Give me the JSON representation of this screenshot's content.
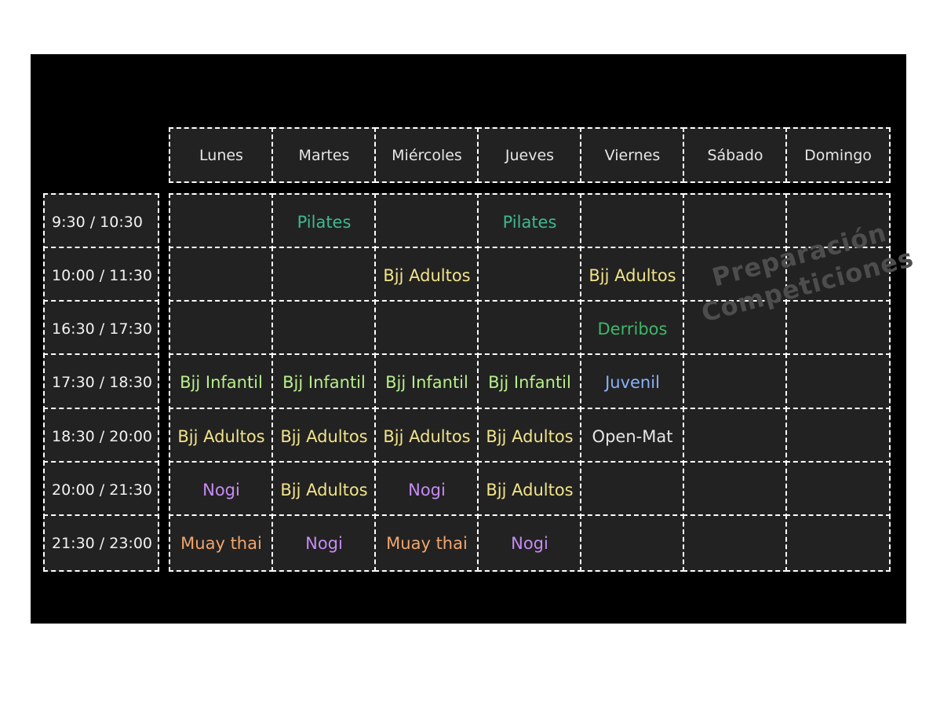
{
  "schedule": {
    "days": [
      "Lunes",
      "Martes",
      "Miércoles",
      "Jueves",
      "Viernes",
      "Sábado",
      "Domingo"
    ],
    "times": [
      "9:30 / 10:30",
      "10:00 / 11:30",
      "16:30 / 17:30",
      "17:30 / 18:30",
      "18:30 / 20:00",
      "20:00 / 21:30",
      "21:30 / 23:00"
    ],
    "rows": [
      [
        "",
        "Pilates",
        "",
        "Pilates",
        "",
        "",
        ""
      ],
      [
        "",
        "",
        "Bjj Adultos",
        "",
        "Bjj Adultos",
        "",
        ""
      ],
      [
        "",
        "",
        "",
        "",
        "Derribos",
        "",
        ""
      ],
      [
        "Bjj Infantil",
        "Bjj Infantil",
        "Bjj Infantil",
        "Bjj Infantil",
        "Juvenil",
        "",
        ""
      ],
      [
        "Bjj Adultos",
        "Bjj Adultos",
        "Bjj Adultos",
        "Bjj Adultos",
        "Open-Mat",
        "",
        ""
      ],
      [
        "Nogi",
        "Bjj Adultos",
        "Nogi",
        "Bjj Adultos",
        "",
        "",
        ""
      ],
      [
        "Muay thai",
        "Nogi",
        "Muay thai",
        "Nogi",
        "",
        "",
        ""
      ]
    ],
    "class_colors": {
      "Pilates": "#3fb88e",
      "Bjj Adultos": "#f1e38a",
      "Derribos": "#3cb86a",
      "Bjj Infantil": "#b8ef8c",
      "Juvenil": "#8ab2f7",
      "Open-Mat": "#e6e6e6",
      "Nogi": "#c78bf3",
      "Muay thai": "#f2a56e"
    }
  },
  "watermark": {
    "line1": "Preparación",
    "line2": "Competiciones"
  }
}
